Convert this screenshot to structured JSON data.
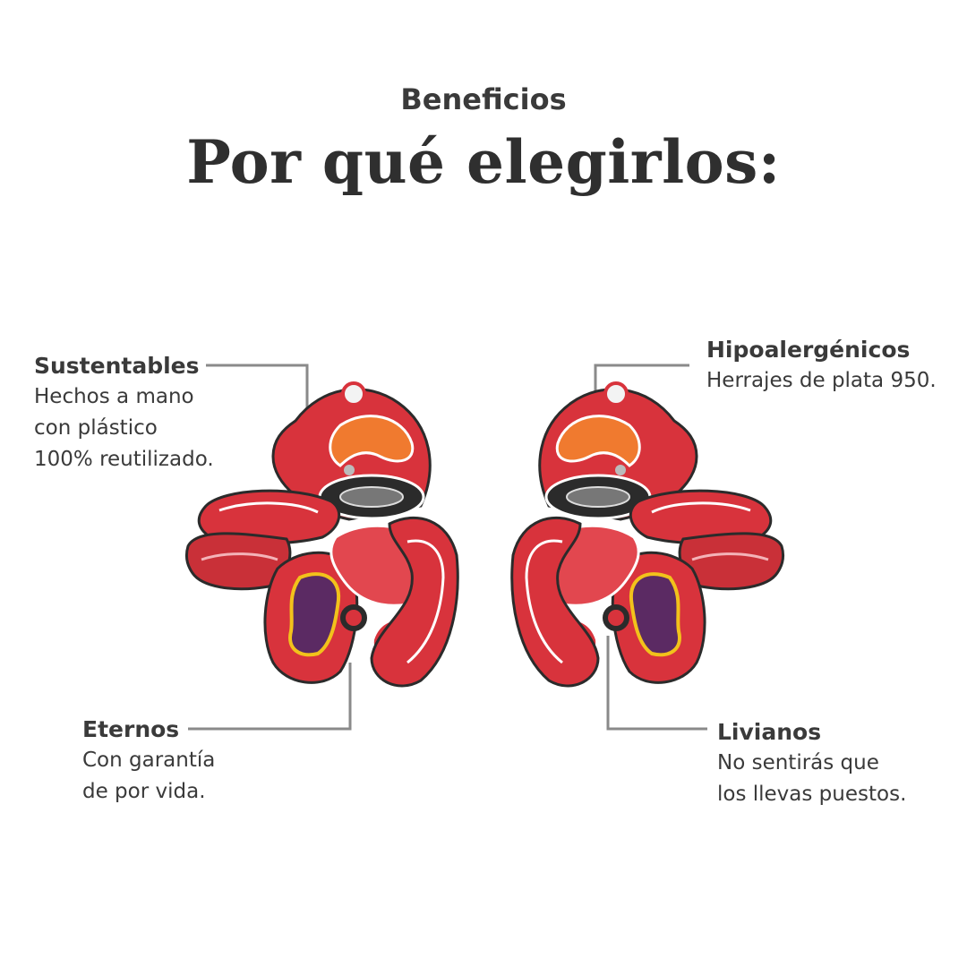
{
  "header": {
    "eyebrow": "Beneficios",
    "title": "Por qué elegirlos:"
  },
  "callouts": {
    "sustentables": {
      "heading": "Sustentables",
      "lines": [
        "Hechos a mano",
        "con plástico",
        "100% reutilizado."
      ]
    },
    "hipoalergenicos": {
      "heading": "Hipoalergénicos",
      "lines": [
        "Herrajes de plata 950."
      ]
    },
    "eternos": {
      "heading": "Eternos",
      "lines": [
        "Con garantía",
        "de por vida."
      ]
    },
    "livianos": {
      "heading": "Livianos",
      "lines": [
        "No sentirás que",
        "los llevas puestos."
      ]
    }
  },
  "colors": {
    "text": "#3a3a3a",
    "leader_line": "#8a8a8a",
    "earring_red": "#d8333c",
    "earring_dark": "#2b2b2b",
    "earring_purple": "#5b2a63",
    "earring_yellow": "#f2c21b",
    "earring_orange": "#f07a2f"
  }
}
